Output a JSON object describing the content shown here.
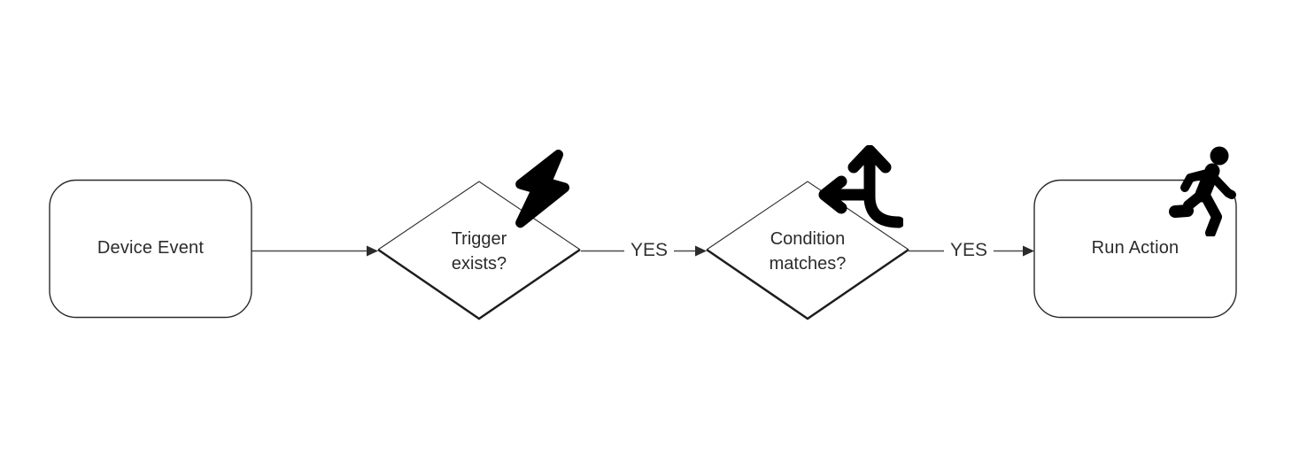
{
  "diagram": {
    "background": "#ffffff",
    "colors": {
      "shape_stroke": "#2b2b2b",
      "shape_fill": "#ffffff",
      "connector": "#4a4a4a",
      "text": "#2b2b2b",
      "icon": "#000000"
    },
    "nodes": [
      {
        "id": "device-event",
        "shape": "rounded-rectangle",
        "label": "Device Event"
      },
      {
        "id": "trigger-exists",
        "shape": "diamond",
        "lines": [
          "Trigger",
          "exists?"
        ],
        "icon": "lightning-bolt-icon"
      },
      {
        "id": "condition-matches",
        "shape": "diamond",
        "lines": [
          "Condition",
          "matches?"
        ],
        "icon": "branch-arrows-icon"
      },
      {
        "id": "run-action",
        "shape": "rounded-rectangle",
        "label": "Run Action",
        "icon": "running-person-icon"
      }
    ],
    "connectors": [
      {
        "from": "device-event",
        "to": "trigger-exists",
        "label": ""
      },
      {
        "from": "trigger-exists",
        "to": "condition-matches",
        "label": "YES"
      },
      {
        "from": "condition-matches",
        "to": "run-action",
        "label": "YES"
      }
    ]
  }
}
